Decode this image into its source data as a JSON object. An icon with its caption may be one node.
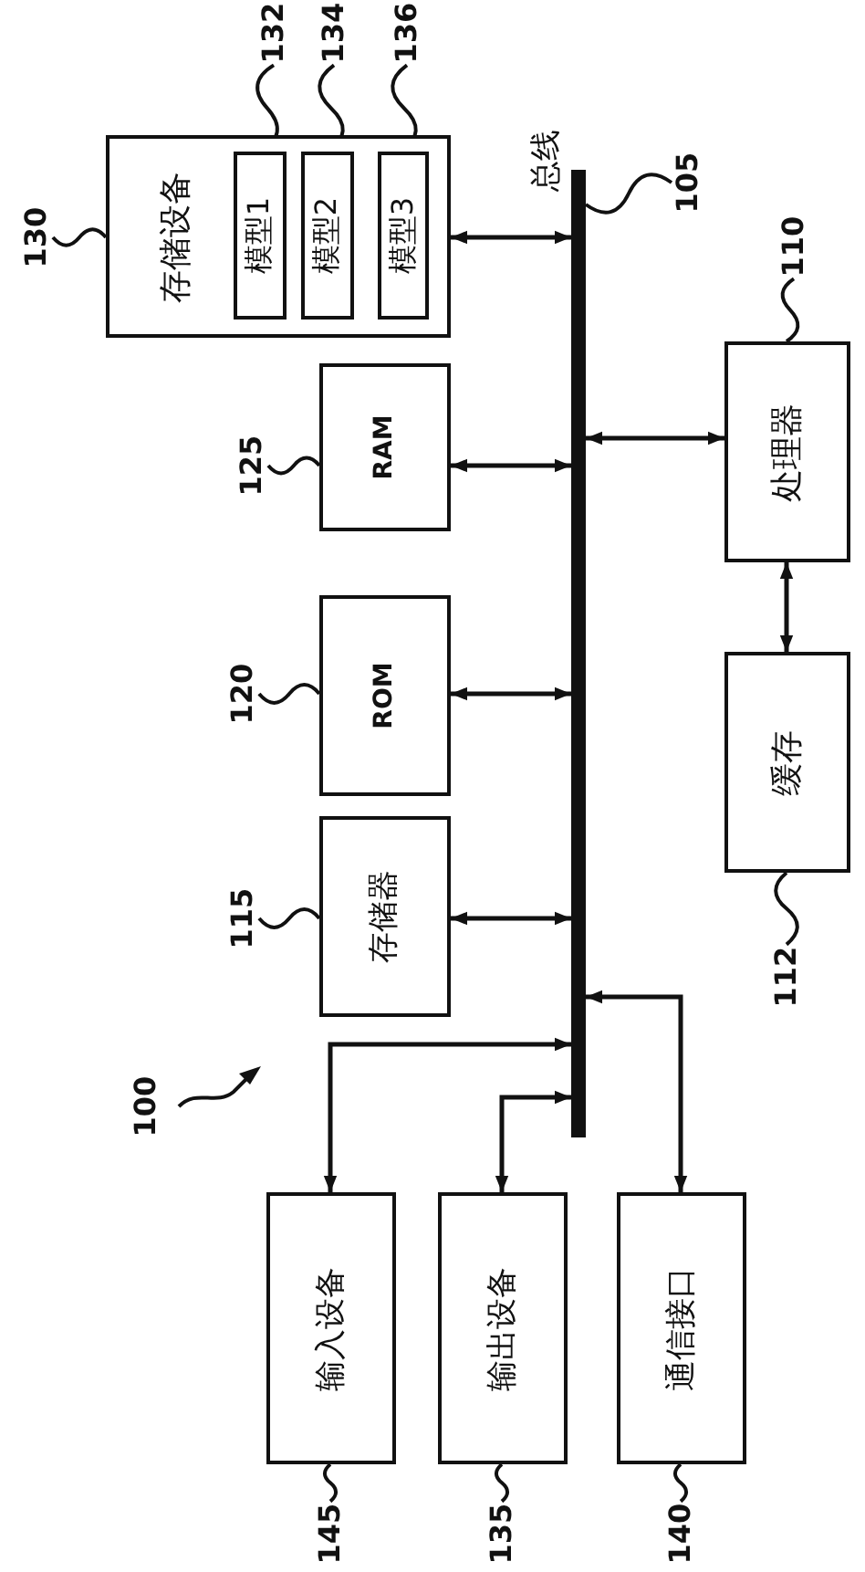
{
  "diagram": {
    "nodes": [
      {
        "text": [],
        "shape": "bar",
        "beside": [
          "总线"
        ]
      },
      {
        "text": [
          "存储设备"
        ]
      },
      {
        "text": [
          "模型1"
        ],
        "in": 1
      },
      {
        "text": [
          "模型2"
        ],
        "in": 1
      },
      {
        "text": [
          "模型3"
        ],
        "in": 1
      },
      {
        "text": [
          "RAM"
        ]
      },
      {
        "text": [
          "ROM"
        ]
      },
      {
        "text": [
          "存储器"
        ]
      },
      {
        "text": [
          "处理器"
        ]
      },
      {
        "text": [
          "缓存"
        ]
      },
      {
        "text": [
          "输入设备"
        ]
      },
      {
        "text": [
          "输出设备"
        ]
      },
      {
        "text": [
          "通信接口"
        ]
      },
      {
        "text": [
          "105"
        ]
      },
      {
        "text": [
          "130"
        ]
      },
      {
        "text": [
          "132"
        ]
      },
      {
        "text": [
          "134"
        ]
      },
      {
        "text": [
          "136"
        ]
      },
      {
        "text": [
          "125"
        ]
      },
      {
        "text": [
          "120"
        ]
      },
      {
        "text": [
          "115"
        ]
      },
      {
        "text": [
          "110"
        ]
      },
      {
        "text": [
          "112"
        ]
      },
      {
        "text": [
          "145"
        ]
      },
      {
        "text": [
          "135"
        ]
      },
      {
        "text": [
          "140"
        ]
      }
    ],
    "edges": [
      {
        "from": 1,
        "to": 0,
        "arrow": "both"
      },
      {
        "from": 5,
        "to": 0,
        "arrow": "both"
      },
      {
        "from": 6,
        "to": 0,
        "arrow": "both"
      },
      {
        "from": 7,
        "to": 0,
        "arrow": "both"
      },
      {
        "from": 0,
        "to": 8,
        "arrow": "both"
      },
      {
        "from": 8,
        "to": 9,
        "arrow": "both"
      },
      {
        "from": 0,
        "to": 10,
        "arrow": "both"
      },
      {
        "from": 0,
        "to": 11,
        "arrow": "both"
      },
      {
        "from": 0,
        "to": 12,
        "arrow": "both"
      },
      {
        "from": 13,
        "to": 0,
        "arrow": "none"
      },
      {
        "from": 14,
        "to": 1,
        "arrow": "none"
      },
      {
        "from": 15,
        "to": 2,
        "arrow": "none"
      },
      {
        "from": 16,
        "to": 3,
        "arrow": "none"
      },
      {
        "from": 17,
        "to": 4,
        "arrow": "none"
      },
      {
        "from": 18,
        "to": 5,
        "arrow": "none"
      },
      {
        "from": 19,
        "to": 6,
        "arrow": "none"
      },
      {
        "from": 20,
        "to": 7,
        "arrow": "none"
      },
      {
        "from": 21,
        "to": 8,
        "arrow": "none"
      },
      {
        "from": 22,
        "to": 9,
        "arrow": "none"
      },
      {
        "from": 23,
        "to": 10,
        "arrow": "none"
      },
      {
        "from": 24,
        "to": 11,
        "arrow": "none"
      },
      {
        "from": 25,
        "to": 12,
        "arrow": "none"
      }
    ],
    "labels": [
      "100"
    ]
  }
}
